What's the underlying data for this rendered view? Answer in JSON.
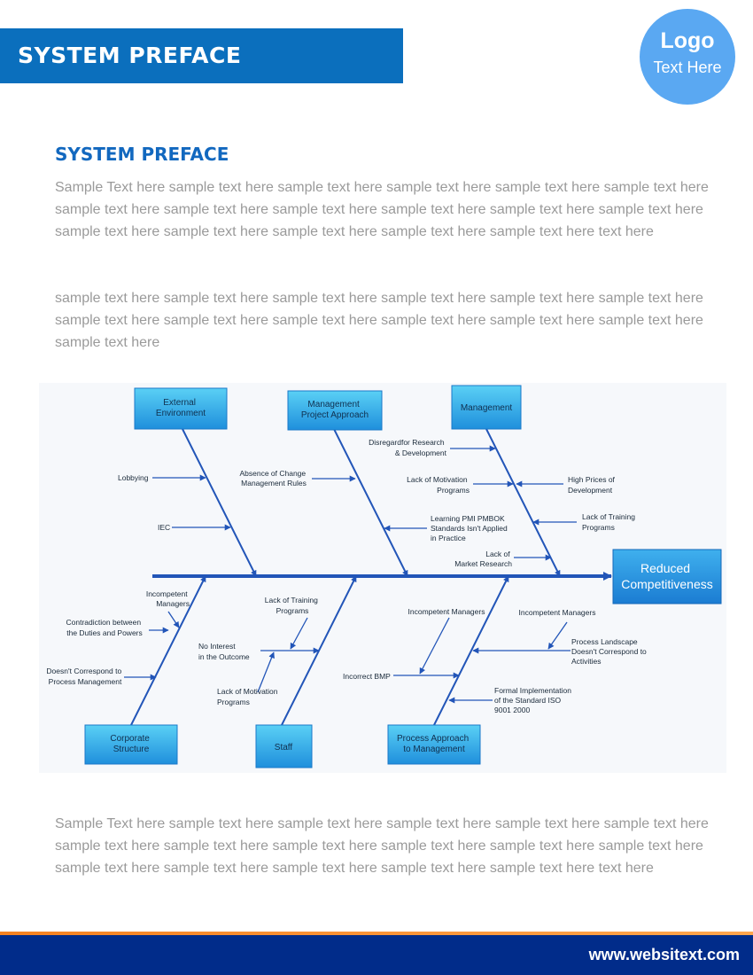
{
  "header": {
    "banner_title": "SYSTEM PREFACE"
  },
  "logo": {
    "main": "Logo",
    "sub": "Text Here"
  },
  "section": {
    "heading": "SYSTEM PREFACE",
    "paragraph_1": "Sample Text here sample text here sample text here sample text here sample text here sample text here sample text here sample text here sample text here sample text here sample text here sample text here sample text here sample text here sample text here sample text here sample text here text here",
    "paragraph_2": "sample text here sample text here sample text here sample text here sample text here sample text here sample text here sample text here sample text here sample text here sample text here sample text here sample text here",
    "paragraph_3": "Sample Text here sample text here sample text here sample text here sample text here sample text here sample text here sample text here sample text here sample text here sample text here sample text here sample text here sample text here sample text here sample text here sample text here text here"
  },
  "diagram": {
    "effect": [
      "Reduced",
      "Competitiveness"
    ],
    "categories": {
      "external_environment": [
        "External",
        "Environment"
      ],
      "management_project_approach": [
        "Management",
        "Project Approach"
      ],
      "management": [
        "Management"
      ],
      "corporate_structure": [
        "Corporate",
        "Structure"
      ],
      "staff": [
        "Staff"
      ],
      "process_approach": [
        "Process Approach",
        "to Management"
      ]
    },
    "causes": {
      "lobbying": [
        "Lobbying"
      ],
      "iec": [
        "IEC"
      ],
      "absence_of_change": [
        "Absence of Change",
        "Management Rules"
      ],
      "learning_pmi": [
        "Learning PMI PMBOK",
        "Standards Isn't Applied",
        "in Practice"
      ],
      "disregard_research": [
        "Disregardfor Research",
        "& Development"
      ],
      "lack_of_motivation_top": [
        "Lack of Motivation",
        "Programs"
      ],
      "high_prices": [
        "High Prices of",
        "Development"
      ],
      "lack_of_training_top": [
        "Lack of Training",
        "Programs"
      ],
      "lack_of_market_research": [
        "Lack of",
        "Market Research"
      ],
      "incompetent_managers_left": [
        "Incompetent",
        "Managers"
      ],
      "contradiction": [
        "Contradiction between",
        "the Duties and Powers"
      ],
      "doesnt_correspond_process": [
        "Doesn't Correspond to",
        "Process Management"
      ],
      "lack_of_training_staff": [
        "Lack of Training",
        "Programs"
      ],
      "no_interest": [
        "No Interest",
        "in the Outcome"
      ],
      "lack_of_motivation_staff": [
        "Lack of Motivation",
        "Programs"
      ],
      "incompetent_managers_mid": [
        "Incompetent Managers"
      ],
      "incompetent_managers_right": [
        "Incompetent Managers"
      ],
      "incorrect_bmp": [
        "Incorrect BMP"
      ],
      "process_landscape": [
        "Process Landscape",
        "Doesn't Correspond to",
        "Activities"
      ],
      "formal_implementation": [
        "Formal Implementation",
        "of the Standard ISO",
        "9001 2000"
      ]
    }
  },
  "footer": {
    "url": "www.websitext.com"
  },
  "colors": {
    "banner": "#0b6fbd",
    "logo": "#5aa8f2",
    "heading": "#1268bf",
    "body_text": "#9a9a9a",
    "diagram_line": "#2255b8",
    "footer": "#012c8a",
    "footer_accent": "#f58220"
  }
}
